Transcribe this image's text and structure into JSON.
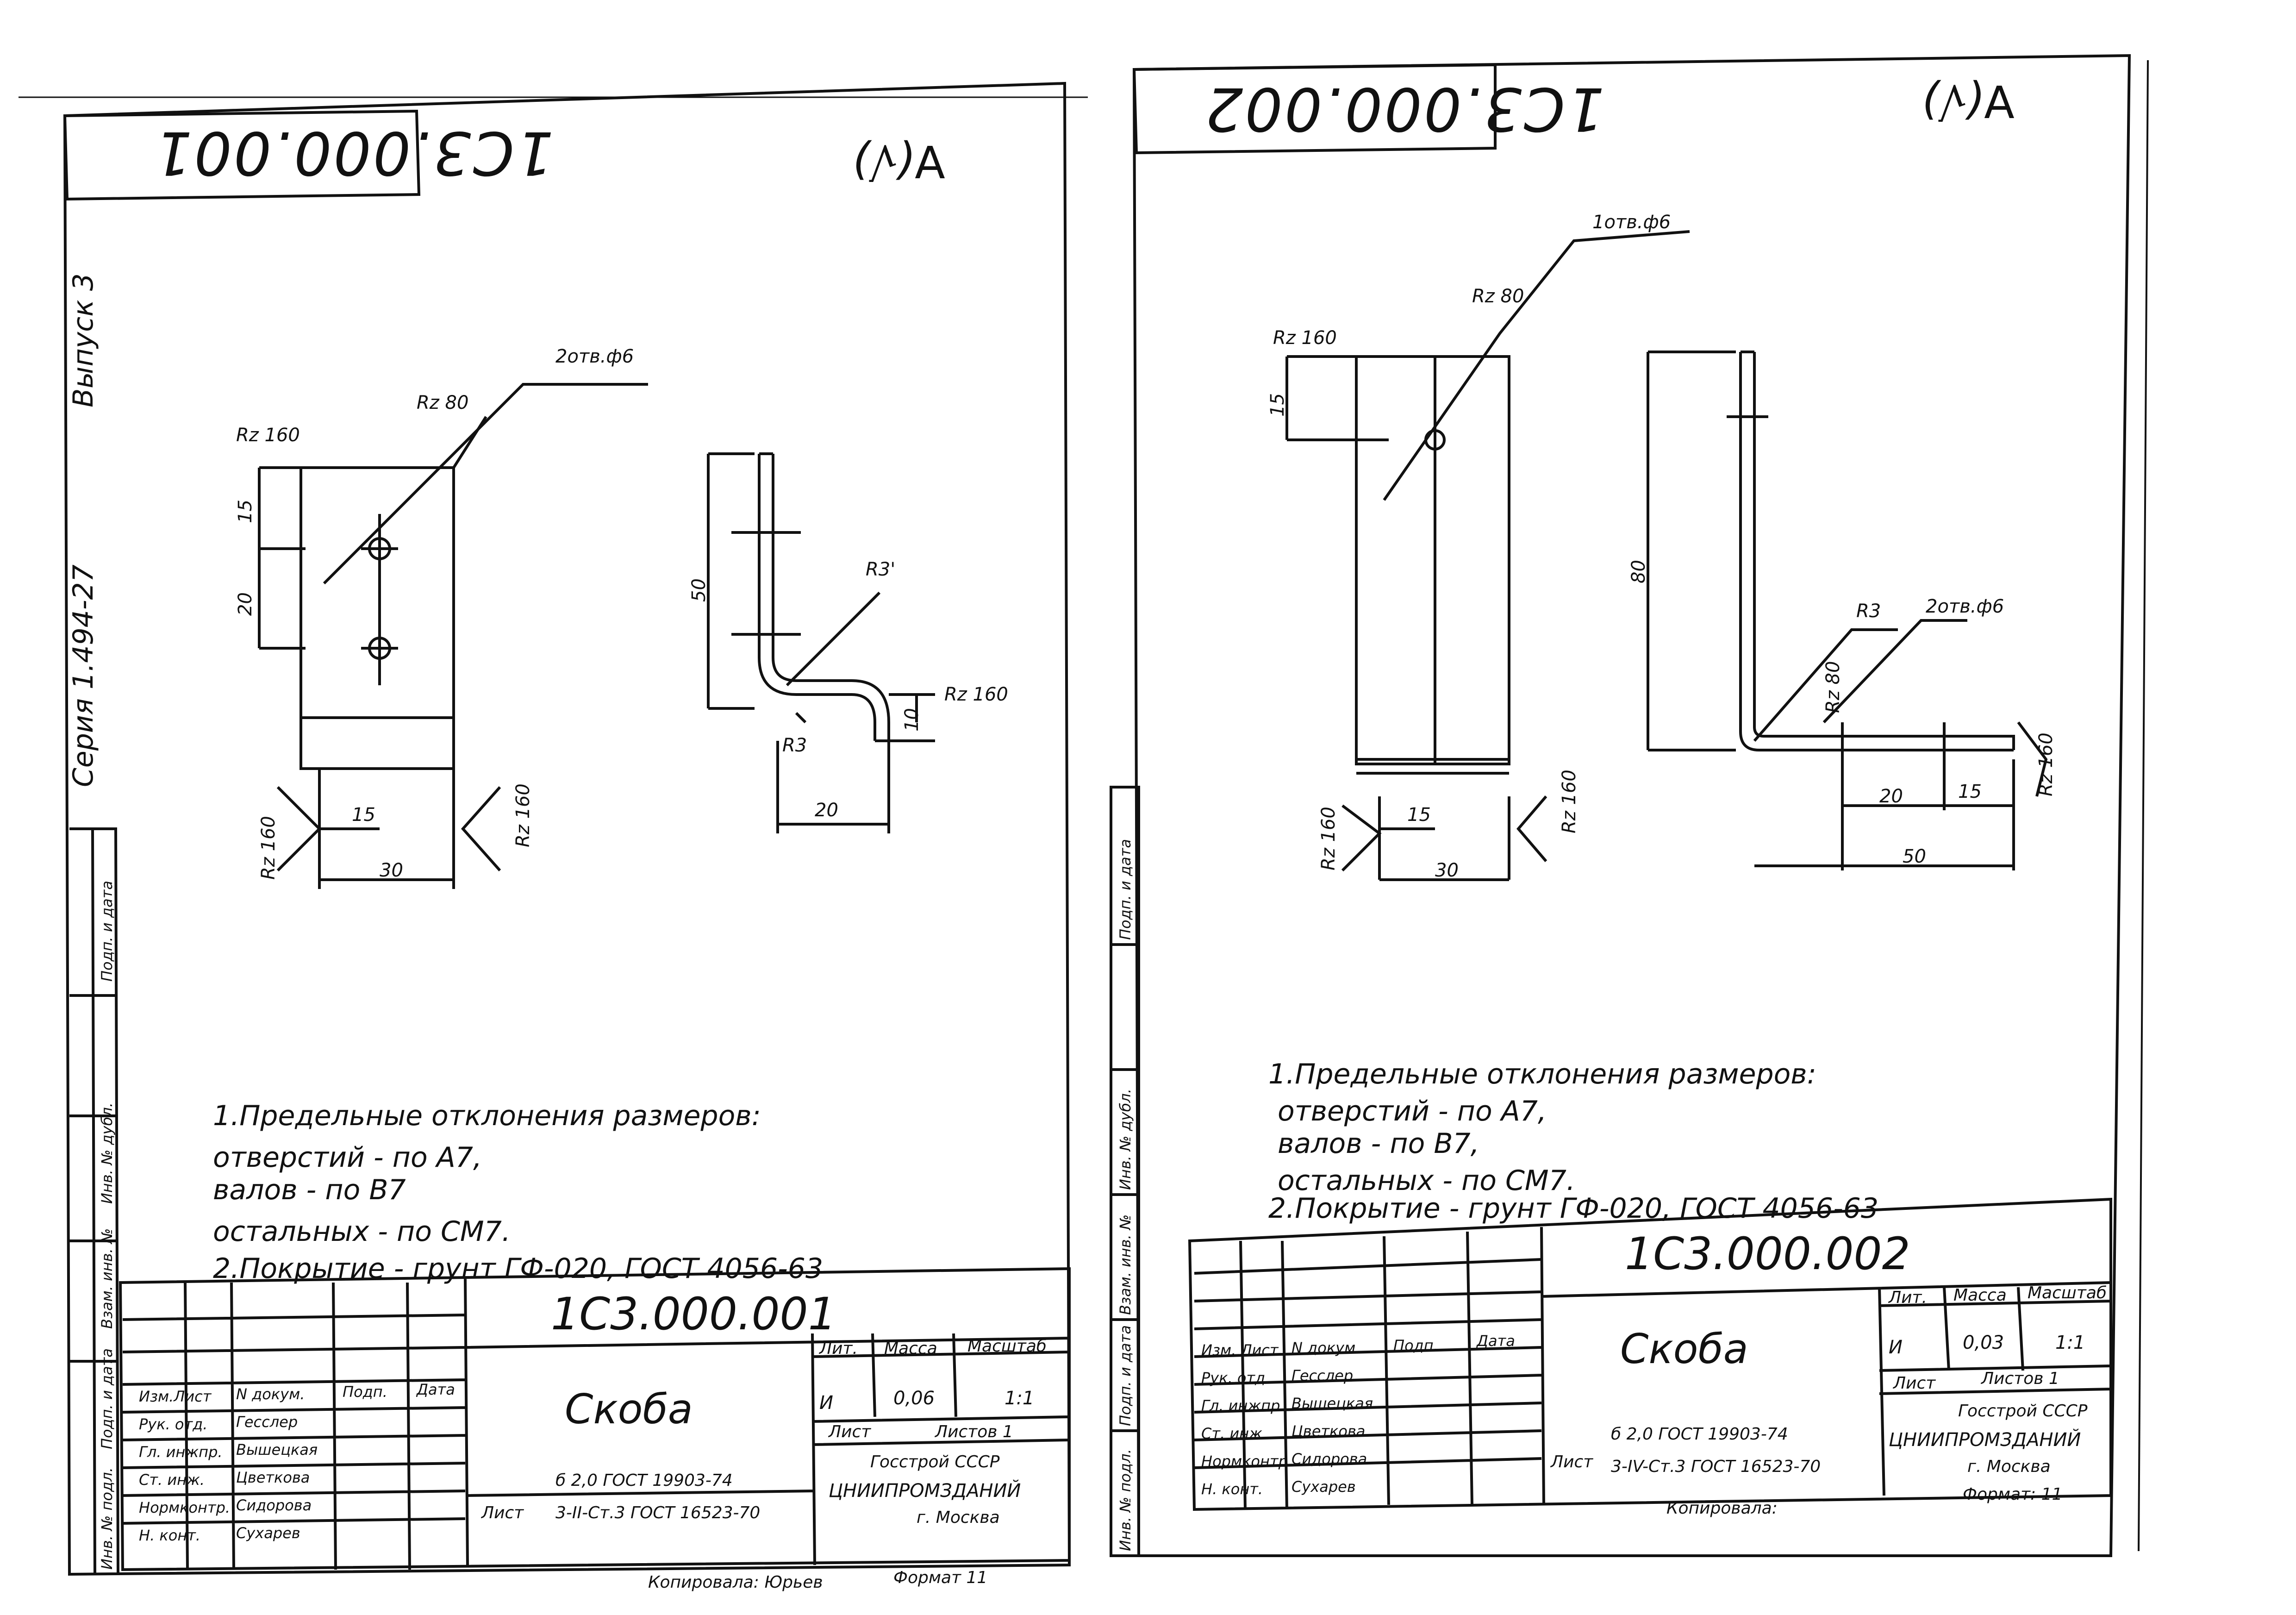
{
  "sheet_left": {
    "stamp_code": "1С3.000.001",
    "roughness_sign": "∀(√)",
    "series_label": "Серия  1.494-27",
    "issue_label": "Выпуск 3",
    "callout_holes": "2отв.ф6",
    "roughness": {
      "rz160": "Rz 160",
      "rz80": "Rz 80"
    },
    "dims": {
      "d15": "15",
      "d20": "20",
      "d50": "50",
      "d30": "30",
      "d10": "10",
      "r3": "R3",
      "r3b": "R3'",
      "d20b": "20"
    },
    "notes": {
      "n1": "1.Предельные   отклонения   размеров:",
      "n1a": "отверстий  - по А7,",
      "n1b": "валов         - по В7",
      "n1c": "остальных - по СМ7.",
      "n2": "2.Покрытие - грунт  ГФ-020, ГОСТ 4056-63"
    },
    "title_block": {
      "doc_code": "1С3.000.001",
      "name": "Скоба",
      "lit": "Лит.",
      "mass_label": "Масса",
      "scale_label": "Масштаб",
      "lit_value": "И",
      "mass_value": "0,06",
      "scale_value": "1:1",
      "sheet_label": "Лист",
      "sheets_label": "Листов 1",
      "org1": "Госстрой СССР",
      "org2": "ЦНИИПРОМЗДАНИЙ",
      "org3": "г. Москва",
      "material1": "б 2,0   ГОСТ 19903-74",
      "material2": "3-II-Ст.3  ГОСТ 16523-70",
      "sheet_word": "Лист",
      "copied": "Копировала: Юрьев",
      "format": "Формат  11",
      "rows": [
        {
          "role": "Изм.Лист",
          "name": "N докум.",
          "sign": "Подп.",
          "date": "Дата"
        },
        {
          "role": "Рук. отд.",
          "name": "Гесслер",
          "sign": "",
          "date": ""
        },
        {
          "role": "Гл. инжпр.",
          "name": "Вышецкая",
          "sign": "",
          "date": ""
        },
        {
          "role": "Ст. инж.",
          "name": "Цветкова",
          "sign": "",
          "date": ""
        },
        {
          "role": "Нормконтр.",
          "name": "Сидорова",
          "sign": "",
          "date": ""
        },
        {
          "role": "Н. конт.",
          "name": "Сухарев",
          "sign": "",
          "date": ""
        }
      ]
    },
    "side_table": [
      "Инв. № подл.",
      "Подп. и дата",
      "Взам. инв. №",
      "Инв. № дубл.",
      "Подп. и дата"
    ]
  },
  "sheet_right": {
    "stamp_code": "1С3.000.002",
    "roughness_sign": "∀(√)",
    "callout_hole": "1отв.ф6",
    "callout_holes2": "2отв.ф6",
    "roughness": {
      "rz160": "Rz 160",
      "rz80": "Rz 80",
      "rz80b": "Rz 80"
    },
    "dims": {
      "d15": "15",
      "d80": "80",
      "d30": "30",
      "d20": "20",
      "d15b": "15",
      "d50": "50",
      "r3": "R3"
    },
    "notes": {
      "n1": "1.Предельные   отклонения  размеров:",
      "n1a": "отверстий   - по А7,",
      "n1b": "валов          - по В7,",
      "n1c": "остальных    - по СМ7.",
      "n2": "2.Покрытие  - грунт  ГФ-020, ГОСТ 4056-63"
    },
    "title_block": {
      "doc_code": "1С3.000.002",
      "name": "Скоба",
      "lit": "Лит.",
      "mass_label": "Масса",
      "scale_label": "Масштаб",
      "lit_value": "И",
      "mass_value": "0,03",
      "scale_value": "1:1",
      "sheet_label": "Лист",
      "sheets_label": "Листов 1",
      "org1": "Госстрой СССР",
      "org2": "ЦНИИПРОМЗДАНИЙ",
      "org3": "г. Москва",
      "material1": "б 2,0   ГОСТ 19903-74",
      "material2": "3-IV-Ст.3  ГОСТ 16523-70",
      "sheet_word": "Лист",
      "copied": "Копировала:",
      "format": "Формат: 11",
      "rows": [
        {
          "role": "Изм. Лист",
          "name": "N докум.",
          "sign": "Подп.",
          "date": "Дата"
        },
        {
          "role": "Рук. отд.",
          "name": "Гесслер",
          "sign": "",
          "date": ""
        },
        {
          "role": "Гл. инжпр.",
          "name": "Вышецкая",
          "sign": "",
          "date": ""
        },
        {
          "role": "Ст. инж.",
          "name": "Цветкова",
          "sign": "",
          "date": ""
        },
        {
          "role": "Нормконтр.",
          "name": "Сидорова",
          "sign": "",
          "date": ""
        },
        {
          "role": "Н. конт.",
          "name": "Сухарев",
          "sign": "",
          "date": ""
        }
      ]
    },
    "side_table": [
      "Инв. № подл.",
      "Подп. и дата",
      "Взам. инв. №",
      "Инв. № дубл.",
      "Подп. и дата"
    ]
  }
}
